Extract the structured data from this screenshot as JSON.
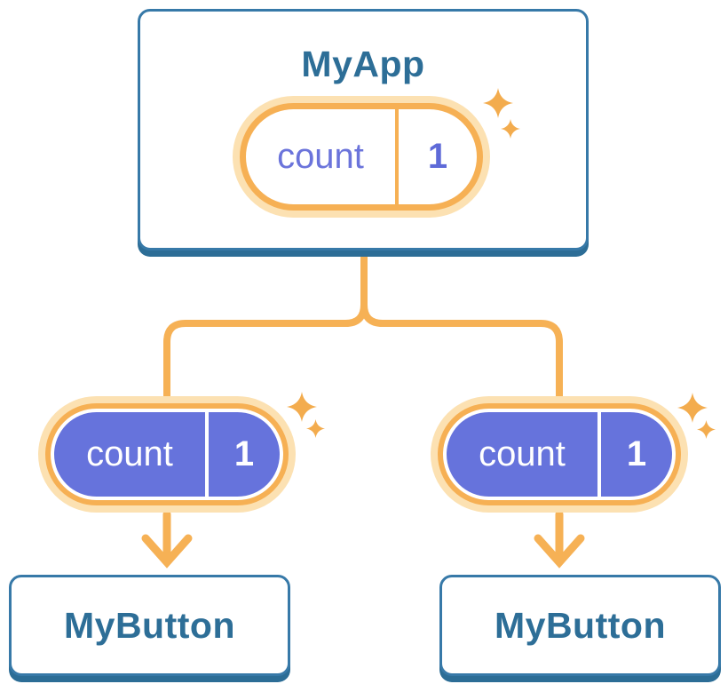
{
  "diagram": {
    "root": {
      "title": "MyApp",
      "state": {
        "name": "count",
        "value": "1"
      }
    },
    "children": [
      {
        "title": "MyButton",
        "prop": {
          "name": "count",
          "value": "1"
        }
      },
      {
        "title": "MyButton",
        "prop": {
          "name": "count",
          "value": "1"
        }
      }
    ]
  },
  "colors": {
    "card_border": "#3779A8",
    "card_bottom_edge": "#2C6D96",
    "heading_text": "#2D6E97",
    "pill_border_orange": "#F6B054",
    "pill_halo_orange": "#FCE1B2",
    "connector_orange": "#F6B155",
    "sparkle_orange": "#F3AC4E",
    "state_text_purple": "#6B74DB",
    "prop_fill_purple": "#6673DC",
    "prop_text": "#FFFFFF",
    "card_background": "#FFFFFF"
  }
}
